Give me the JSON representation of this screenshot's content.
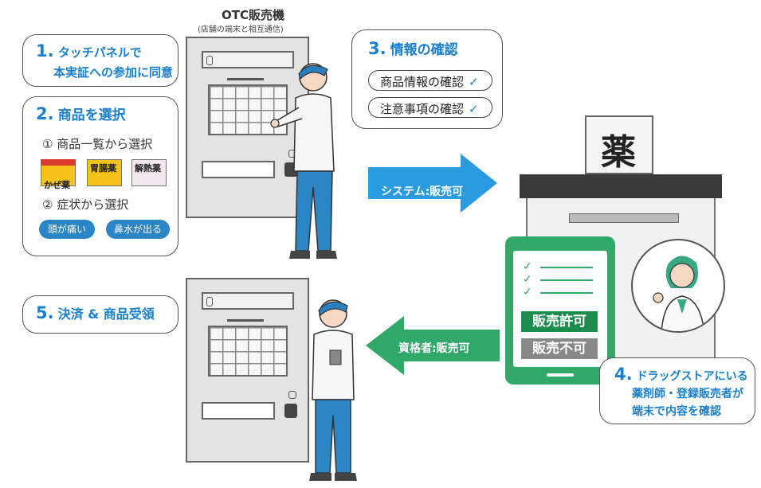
{
  "machine": {
    "title": "OTC販売機",
    "subtitle": "(店舗の端末と相互通信)"
  },
  "step1": {
    "num": "1.",
    "line1": "タッチパネルで",
    "line2": "本実証への参加に同意"
  },
  "step2": {
    "num": "2.",
    "title": "商品を選択",
    "option1": "① 商品一覧から選択",
    "products": [
      "かぜ薬",
      "胃腸薬",
      "解熱薬"
    ],
    "option2": "② 症状から選択",
    "symptoms": [
      "頭が痛い",
      "鼻水が出る"
    ]
  },
  "step3": {
    "num": "3.",
    "title": "情報の確認",
    "checks": [
      "商品情報の確認",
      "注意事項の確認"
    ]
  },
  "arrow_system": "システム:販売可",
  "pharmacy_sign": "薬",
  "tablet": {
    "approve": "販売許可",
    "deny": "販売不可"
  },
  "step4": {
    "num": "4.",
    "line1": "ドラッグストアにいる",
    "line2": "薬剤師・登録販売者が",
    "line3": "端末で内容を確認"
  },
  "step5": {
    "num": "5.",
    "title": "決済 & 商品受領"
  },
  "arrow_qualified": "資格者:販売可",
  "colors": {
    "blue": "#1a7fcf",
    "arrow_blue": "#2b9be0",
    "green": "#2fa86a",
    "dark_green": "#1e8c4f"
  }
}
